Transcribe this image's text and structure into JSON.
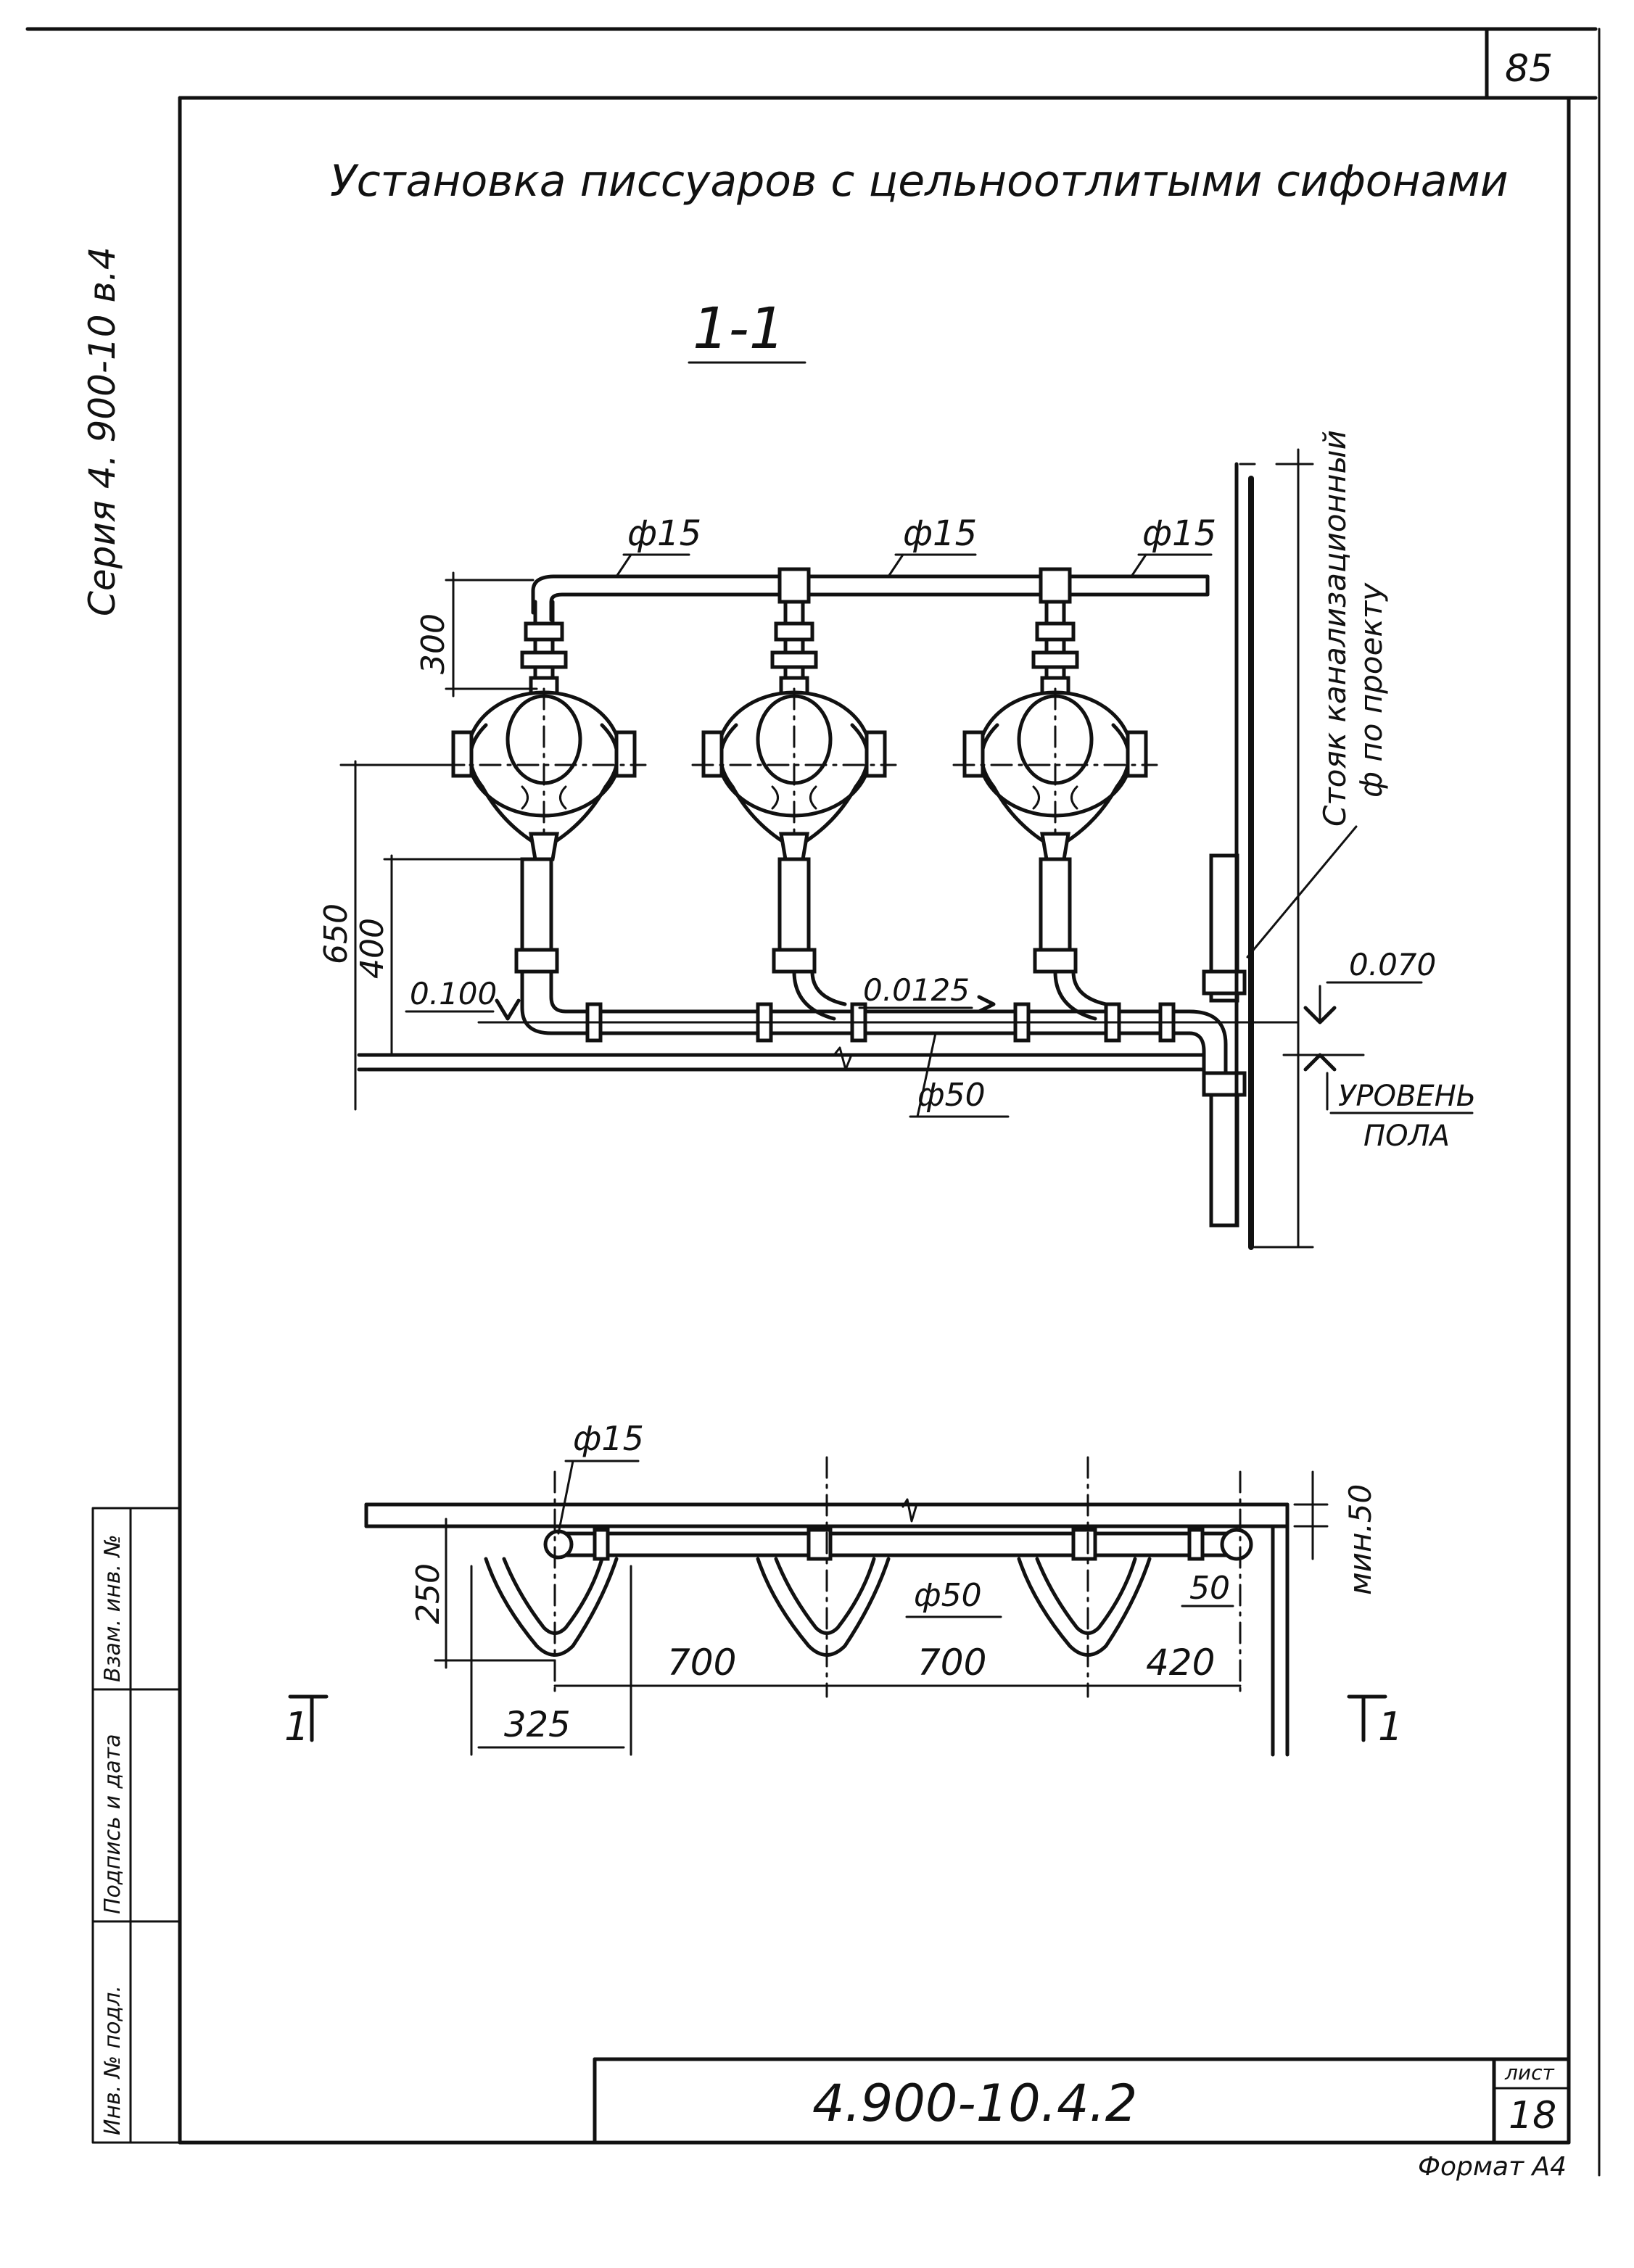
{
  "sheet": {
    "page_number": "85",
    "series_text": "Серия 4. 900-10 в.4",
    "title": "Установка писсуаров с цельноотлитыми сифонами",
    "section_label": "1-1",
    "format_label": "Формат А4",
    "doc_code": "4.900-10.4.2",
    "sheet_label": "лист",
    "sheet_number": "18",
    "side_stamp": [
      "Инв. № подл.",
      "Подпись и дата",
      "Взам. инв. №"
    ]
  },
  "elevation": {
    "pipe_top_labels": [
      "ф15",
      "ф15",
      "ф15"
    ],
    "dim_300": "300",
    "dim_650": "650",
    "dim_400": "400",
    "level_left": "0.100",
    "slope": "0.0125",
    "level_right": "0.070",
    "drain_label": "ф50",
    "floor_label_1": "УРОВЕНЬ",
    "floor_label_2": "ПОЛА",
    "riser_label_1": "Стояк канализационный",
    "riser_label_2": "ф по проекту"
  },
  "plan": {
    "pipe_label_top": "ф15",
    "pipe_label_drain": "ф50",
    "dim_250": "250",
    "dim_325": "325",
    "dim_700a": "700",
    "dim_700b": "700",
    "dim_420": "420",
    "dim_50": "50",
    "dim_min50": "мин.50",
    "cut_left": "1",
    "cut_right": "1"
  }
}
